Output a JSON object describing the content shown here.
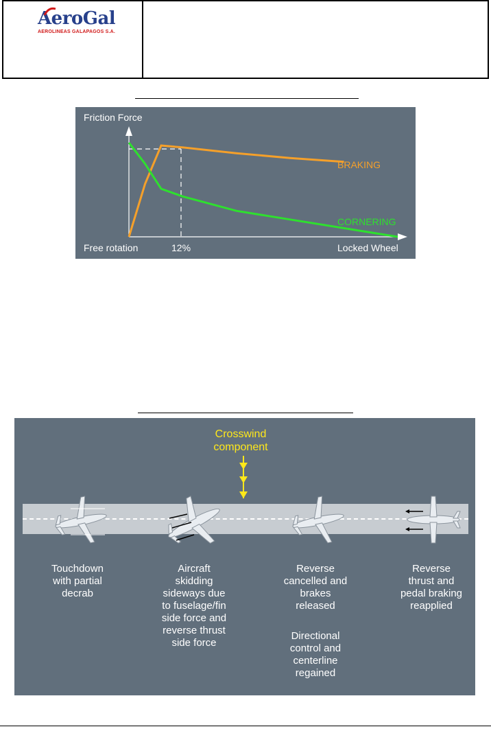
{
  "header": {
    "logo_name": "AeroGal",
    "logo_subtitle": "AEROLINEAS GALAPAGOS S.A."
  },
  "chart_data": {
    "type": "line",
    "x_axis_labels": [
      "Free rotation",
      "12%",
      "Locked Wheel"
    ],
    "ylabel": "Friction Force",
    "x": [
      0,
      6,
      12,
      20,
      40,
      60,
      80,
      100
    ],
    "series": [
      {
        "name": "BRAKING",
        "color": "#f5a02a",
        "values": [
          0,
          55,
          95,
          93,
          87,
          82,
          78,
          null
        ]
      },
      {
        "name": "CORNERING",
        "color": "#2ee02e",
        "values": [
          98,
          76,
          50,
          42,
          27,
          18,
          9,
          0
        ]
      }
    ],
    "annotation": "12%",
    "grid": false
  },
  "crosswind": {
    "label_line1": "Crosswind",
    "label_line2": "component",
    "arrow_color": "#ffe81a"
  },
  "captions": {
    "c1": [
      "Touchdown",
      "with partial",
      "decrab"
    ],
    "c2": [
      "Aircraft",
      "skidding",
      "sideways due",
      "to fuselage/fin",
      "side force and",
      "reverse thrust",
      "side force"
    ],
    "c3": [
      "Reverse",
      "cancelled and",
      "brakes",
      "released"
    ],
    "c4": [
      "Directional",
      "control and",
      "centerline",
      "regained"
    ],
    "c5": [
      "Reverse",
      "thrust and",
      "pedal braking",
      "reapplied"
    ]
  }
}
